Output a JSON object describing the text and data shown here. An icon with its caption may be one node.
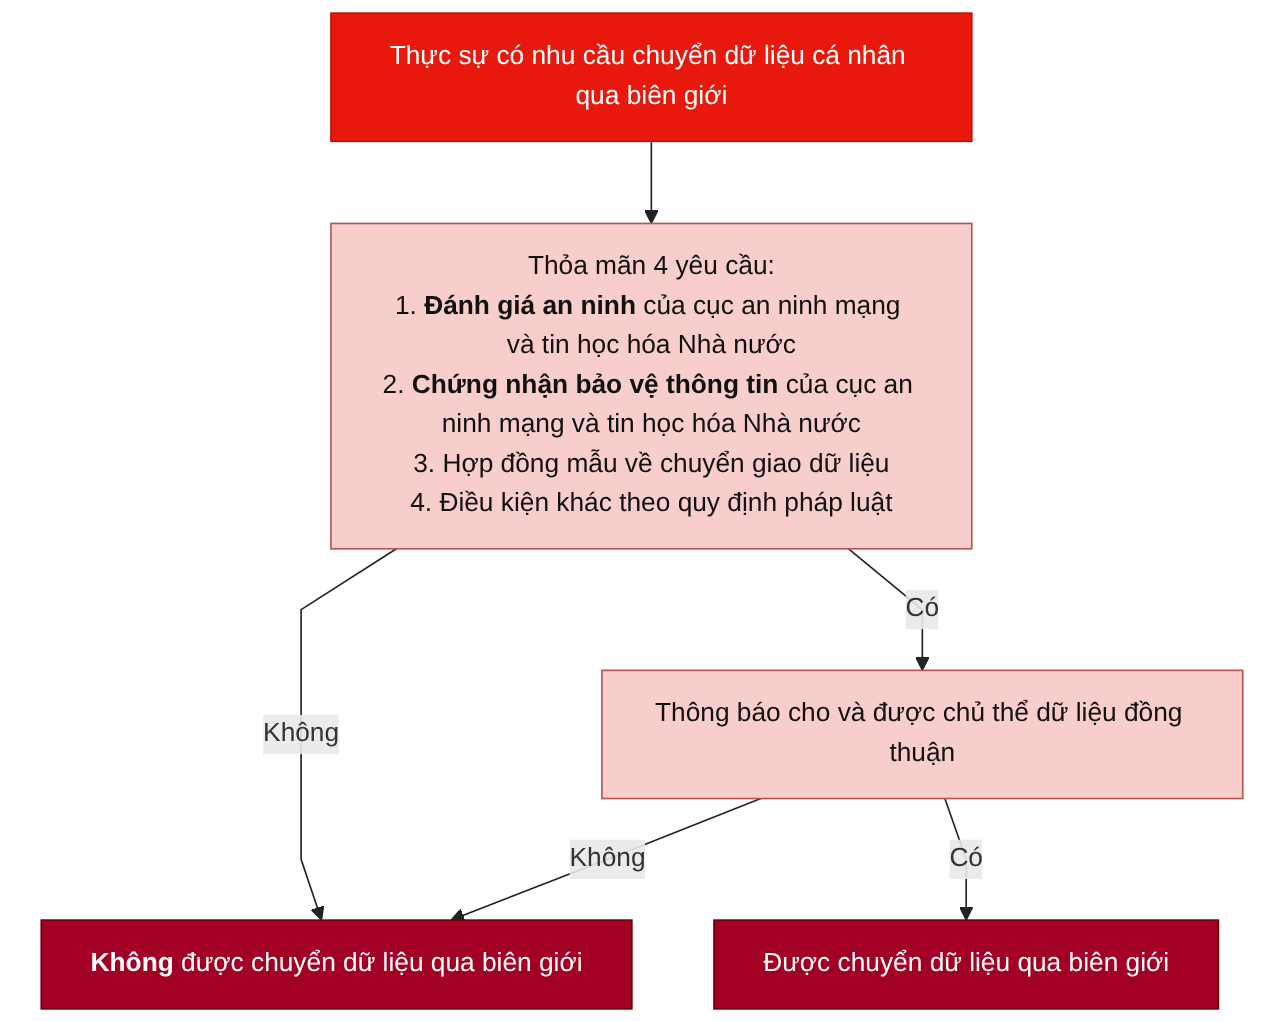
{
  "diagram": {
    "nodes": [
      {
        "text": [
          "Thực sự có nhu cầu chuyển dữ liệu cá nhân qua biên giới"
        ]
      },
      {
        "text": [
          "Thỏa mãn 4 yêu cầu:",
          "1. **Đánh giá an ninh** của cục an ninh mạng và tin học hóa Nhà nước",
          "2. **Chứng nhận bảo vệ thông tin** của cục an ninh mạng và tin học hóa Nhà nước",
          "3. Hợp đồng mẫu về chuyển giao dữ liệu",
          "4. Điều kiện khác theo quy định pháp luật"
        ]
      },
      {
        "text": [
          "**Không** được chuyển dữ liệu qua biên giới"
        ]
      },
      {
        "text": [
          "Thông báo cho và được chủ thể dữ liệu đồng thuận"
        ]
      },
      {
        "text": [
          "Được chuyển dữ liệu qua biên giới"
        ]
      }
    ],
    "edges": [
      {
        "from": 0,
        "to": 1,
        "arrow": "to"
      },
      {
        "from": 1,
        "to": 2,
        "arrow": "to",
        "label": "Không"
      },
      {
        "from": 1,
        "to": 3,
        "arrow": "to",
        "label": "Có"
      },
      {
        "from": 3,
        "to": 2,
        "arrow": "to",
        "label": "Không"
      },
      {
        "from": 3,
        "to": 4,
        "arrow": "to",
        "label": "Có"
      }
    ]
  }
}
